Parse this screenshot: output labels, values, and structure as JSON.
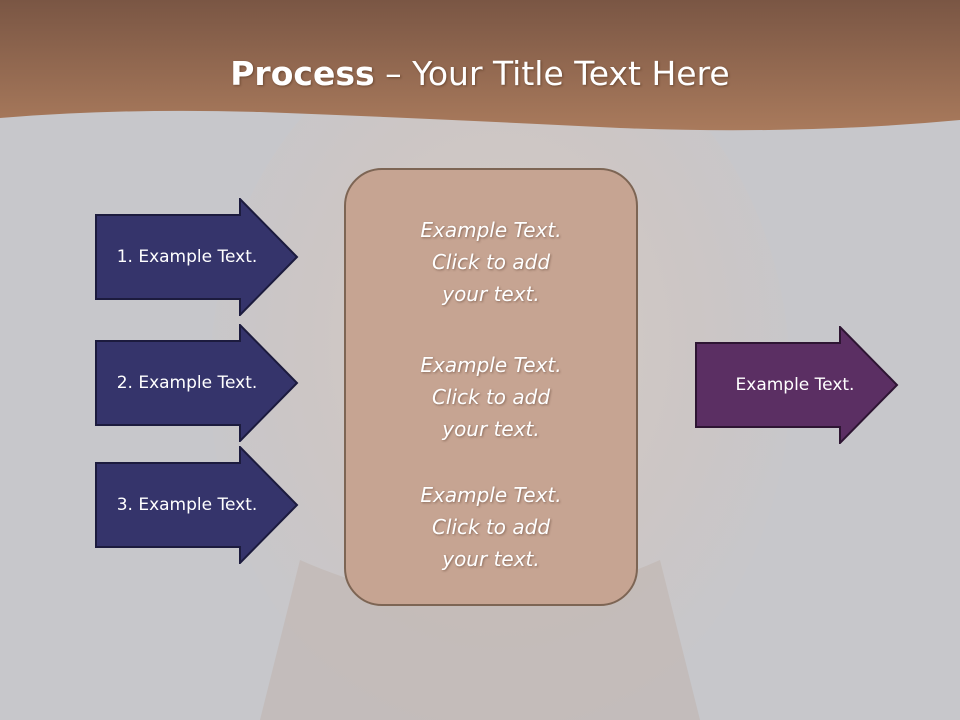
{
  "colors": {
    "header": "#a27659",
    "background": "#c7c7cb",
    "input_arrow": "#35346b",
    "output_arrow": "#5b2f63",
    "panel": "#c6a492",
    "panel_border": "#7d6554"
  },
  "title": {
    "bold": "Process",
    "rest": " – Your Title Text Here"
  },
  "inputs": [
    {
      "label": "1. Example Text."
    },
    {
      "label": "2. Example Text."
    },
    {
      "label": "3. Example Text."
    }
  ],
  "panel": {
    "items": [
      {
        "line1": "Example Text.",
        "line2": "Click  to add",
        "line3": "your text."
      },
      {
        "line1": "Example Text.",
        "line2": "Click  to add",
        "line3": "your text."
      },
      {
        "line1": "Example Text.",
        "line2": "Click  to add",
        "line3": "your text."
      }
    ]
  },
  "output": {
    "label": "Example Text."
  }
}
